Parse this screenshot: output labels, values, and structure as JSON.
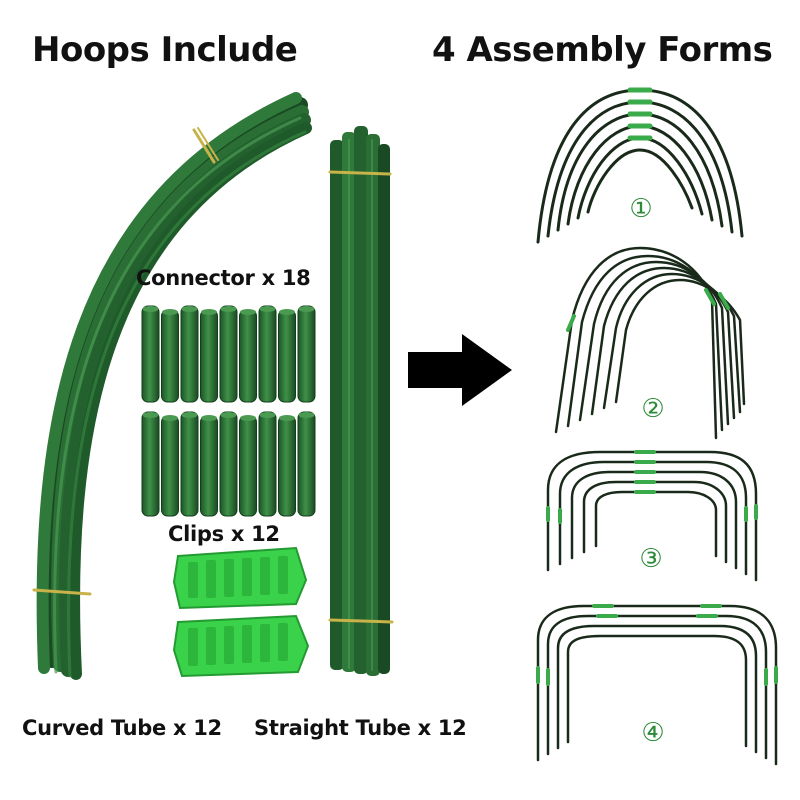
{
  "headings": {
    "left": "Hoops Include",
    "right": "4 Assembly Forms"
  },
  "labels": {
    "connector": "Connector x 18",
    "clips": "Clips x 12",
    "curved_tube": "Curved Tube x 12",
    "straight_tube": "Straight Tube x 12"
  },
  "forms": [
    {
      "number": "①"
    },
    {
      "number": "②"
    },
    {
      "number": "③"
    },
    {
      "number": "④"
    }
  ],
  "colors": {
    "tube_dark": "#1f5a2a",
    "tube_mid": "#2f7a3a",
    "tube_light": "#4a9a52",
    "clip_green": "#39d24a",
    "tie_yellow": "#c8b24a",
    "number_green": "#2e8b3a",
    "wire_dark": "#1a2a1a",
    "sleeve_green": "#3aaa4a"
  },
  "icons": {
    "arrow": "right-arrow-icon"
  }
}
